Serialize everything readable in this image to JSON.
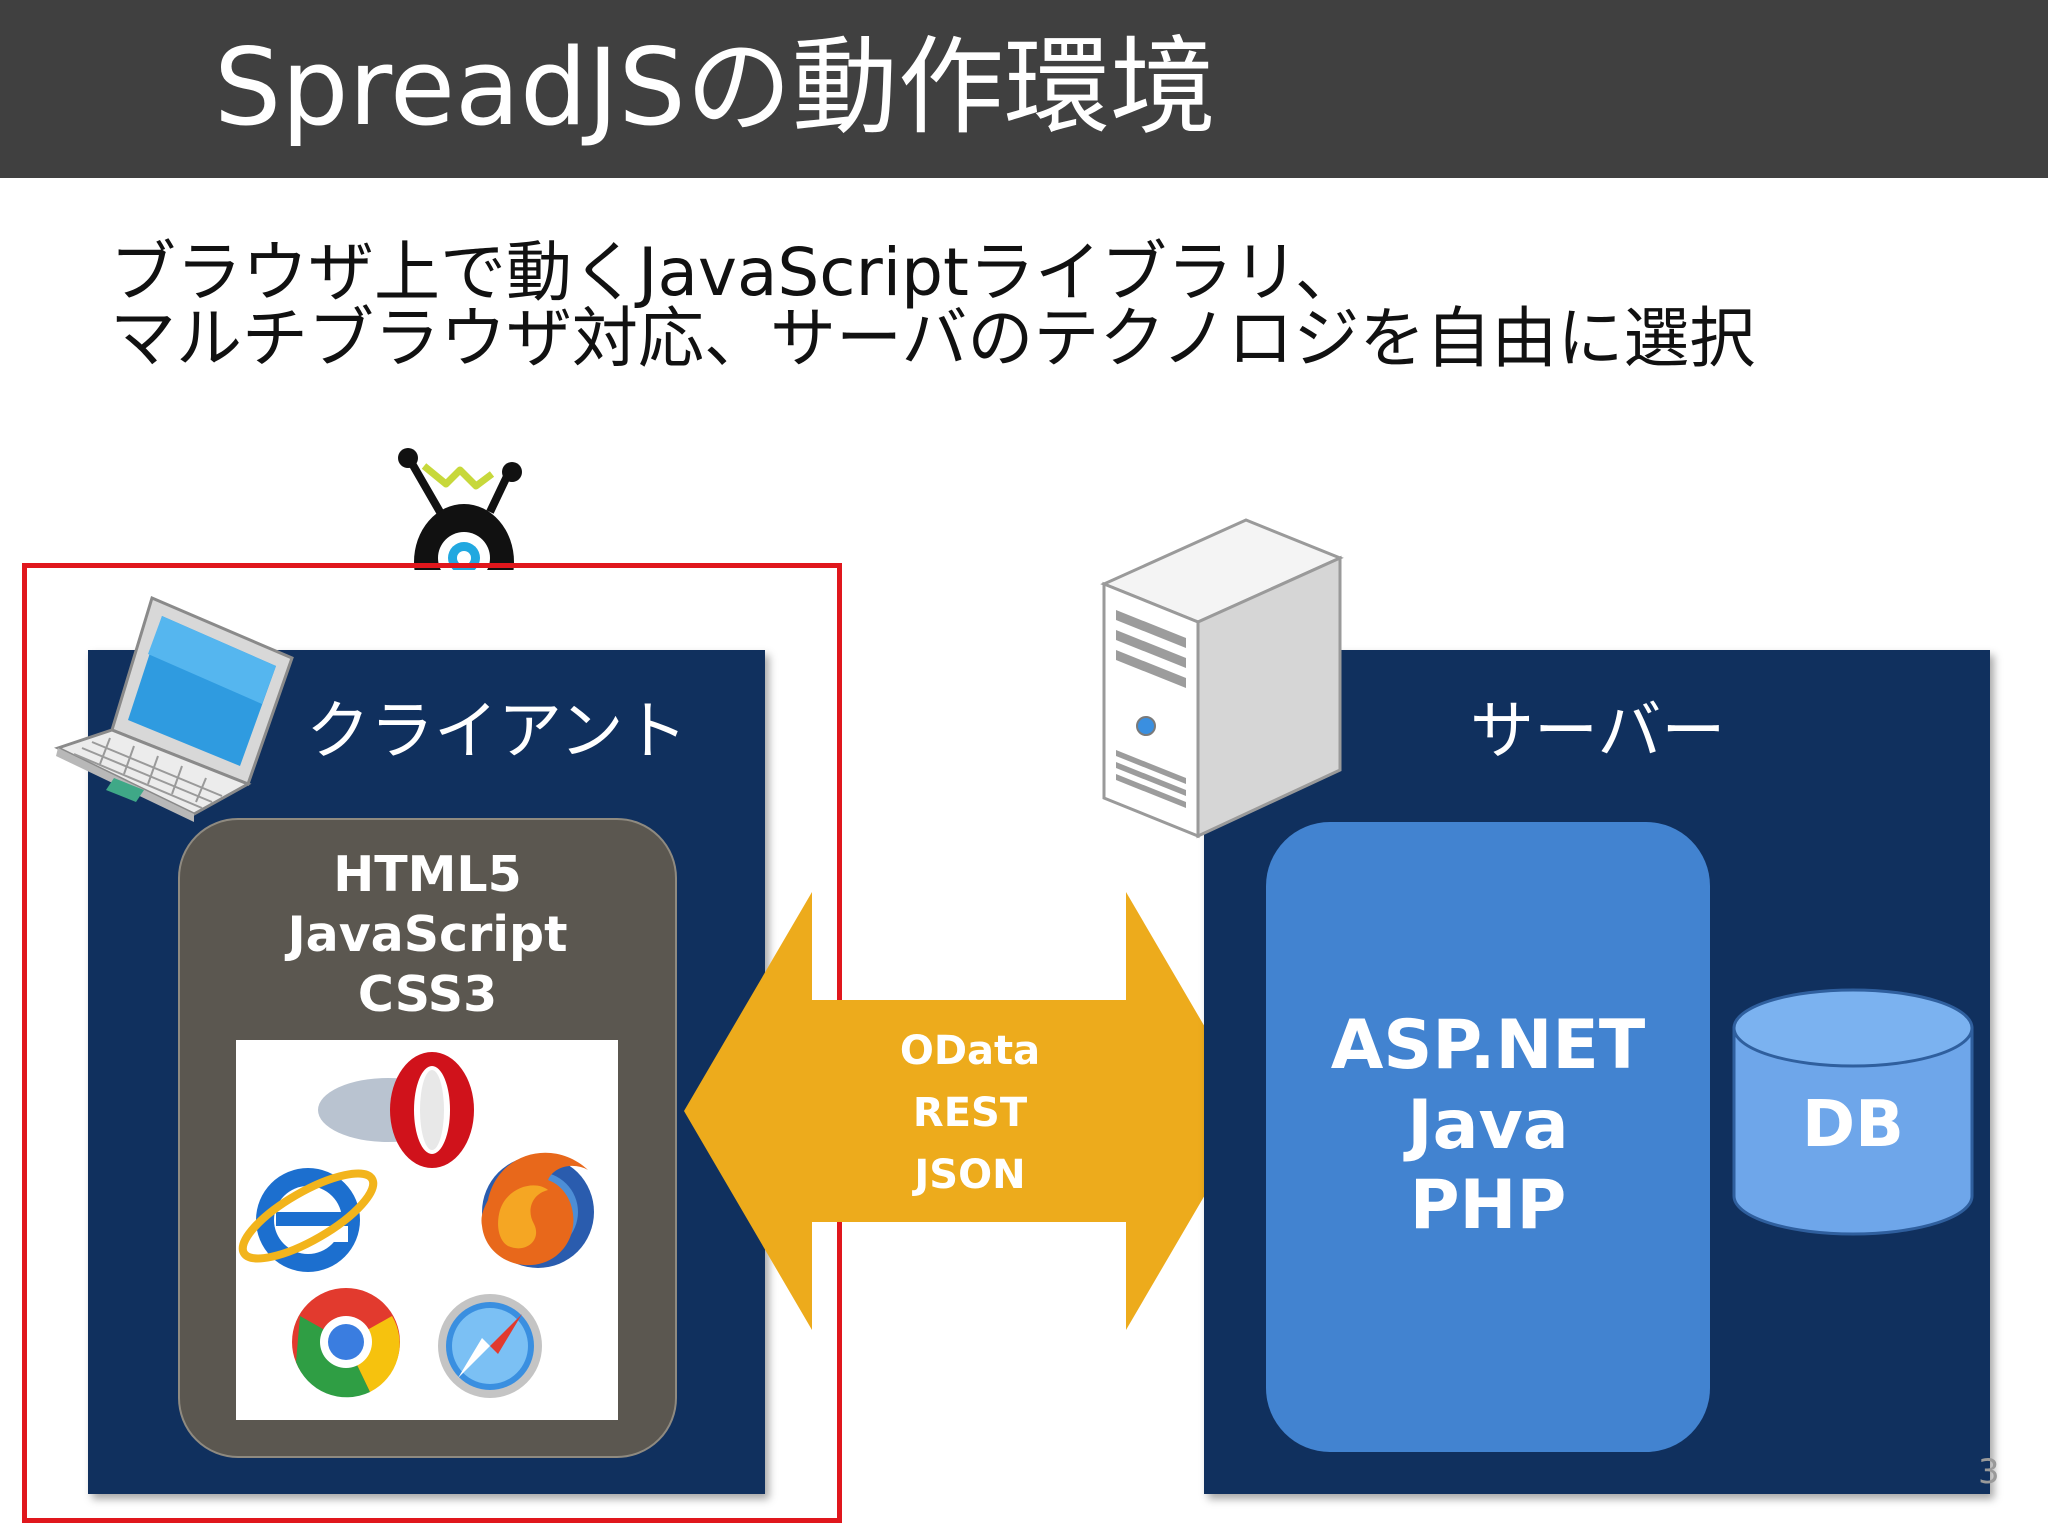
{
  "title": "SpreadJSの動作環境",
  "subtitle": {
    "line1": "ブラウザ上で動くJavaScriptライブラリ、",
    "line2": "マルチブラウザ対応、サーバのテクノロジを自由に選択"
  },
  "client": {
    "label": "クライアント",
    "technologies": [
      "HTML5",
      "JavaScript",
      "CSS3"
    ],
    "browser_icons": [
      "opera-icon",
      "internet-explorer-icon",
      "firefox-icon",
      "chrome-icon",
      "safari-icon"
    ]
  },
  "connection": {
    "protocols": [
      "OData",
      "REST",
      "JSON"
    ]
  },
  "server": {
    "label": "サーバー",
    "platforms": [
      "ASP.NET",
      "Java",
      "PHP"
    ],
    "db_label": "DB"
  },
  "page_number": "3",
  "colors": {
    "title_bar": "#404040",
    "panel_navy": "#10305e",
    "highlight_red": "#e0171d",
    "arrow_gold": "#edab1c",
    "server_app_blue": "#4283d0",
    "db_blue": "#6ea6ea"
  }
}
